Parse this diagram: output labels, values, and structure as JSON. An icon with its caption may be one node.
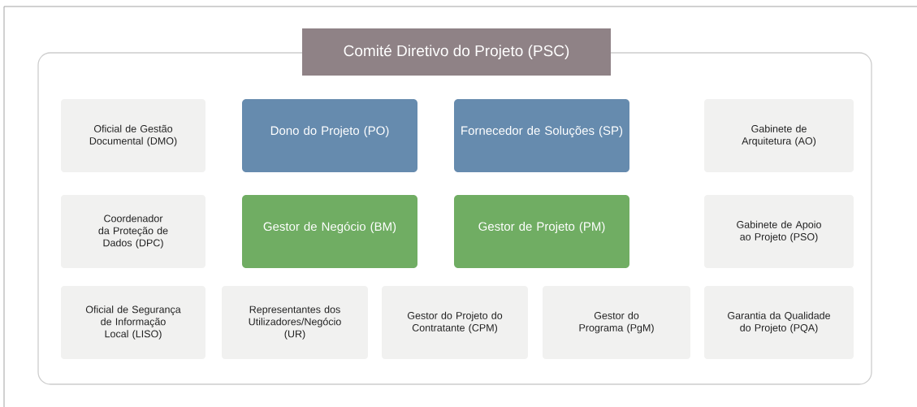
{
  "diagram": {
    "nodes": [
      {
        "text": [
          "Comité Diretivo do Projeto (PSC)"
        ]
      },
      {
        "text": [
          "Oficial de Gestão Documental (DMO)"
        ],
        "in": 0
      },
      {
        "text": [
          "Dono do Projeto (PO)"
        ],
        "in": 0
      },
      {
        "text": [
          "Fornecedor de Soluções (SP)"
        ],
        "in": 0
      },
      {
        "text": [
          "Gabinete de Arquitetura (AO)"
        ],
        "in": 0
      },
      {
        "text": [
          "Coordenador da Proteção de Dados (DPC)"
        ],
        "in": 0
      },
      {
        "text": [
          "Gestor de Negócio (BM)"
        ],
        "in": 0
      },
      {
        "text": [
          "Gestor de Projeto (PM)"
        ],
        "in": 0
      },
      {
        "text": [
          "Gabinete de Apoio ao Projeto (PSO)"
        ],
        "in": 0
      },
      {
        "text": [
          "Oficial de Segurança de Informação Local (LISO)"
        ],
        "in": 0
      },
      {
        "text": [
          "Representantes dos Utilizadores/Negócio (UR)"
        ],
        "in": 0
      },
      {
        "text": [
          "Gestor do Projeto do Contratante (CPM)"
        ],
        "in": 0
      },
      {
        "text": [
          "Gestor do Programa (PgM)"
        ],
        "in": 0
      },
      {
        "text": [
          "Garantia da Qualidade do Projeto (PQA)"
        ],
        "in": 0
      }
    ]
  }
}
